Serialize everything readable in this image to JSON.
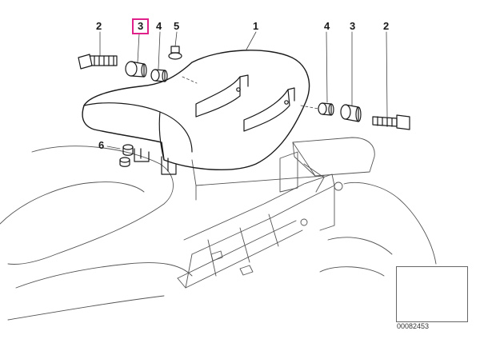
{
  "callouts": {
    "left_bolt": "2",
    "left_bushing": "3",
    "left_grommet": "4",
    "left_pin": "5",
    "seat": "1",
    "right_grommet": "4",
    "right_bushing": "3",
    "right_bolt": "2",
    "buffers": "6"
  },
  "highlight_color": "#e0218a",
  "diagram_ref": "00082453"
}
